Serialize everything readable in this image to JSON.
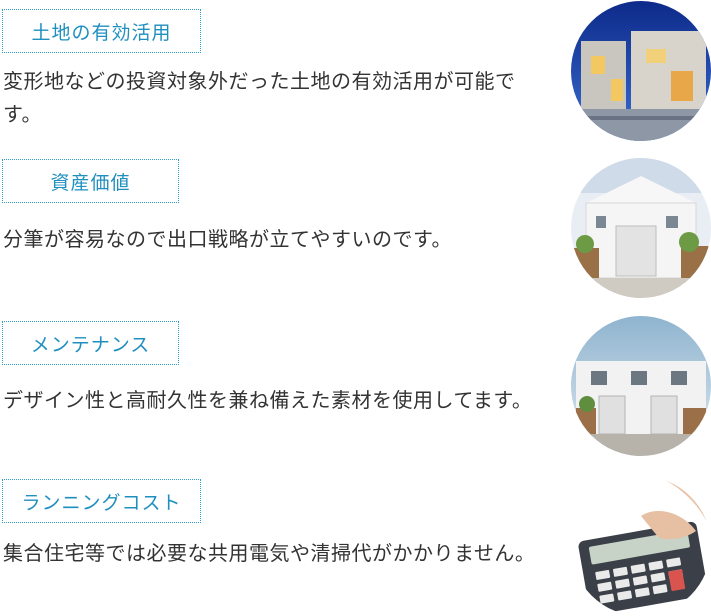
{
  "colors": {
    "accent": "#1f8fc0",
    "border": "#2a9fc9",
    "text": "#333333"
  },
  "items": [
    {
      "tag": "土地の有効活用",
      "text": "変形地などの投資対象外だった土地の有効活用が可能です。",
      "photo_icon": "house-night-photo"
    },
    {
      "tag": "資産価値",
      "text": "分筆が容易なので出口戦略が立てやすいのです。",
      "photo_icon": "white-house-photo"
    },
    {
      "tag": "メンテナンス",
      "text": "デザイン性と高耐久性を兼ね備えた素材を使用してます。",
      "photo_icon": "townhouse-photo"
    },
    {
      "tag": "ランニングコスト",
      "text": "集合住宅等では必要な共用電気や清掃代がかかりません。",
      "photo_icon": "calculator-photo"
    }
  ]
}
